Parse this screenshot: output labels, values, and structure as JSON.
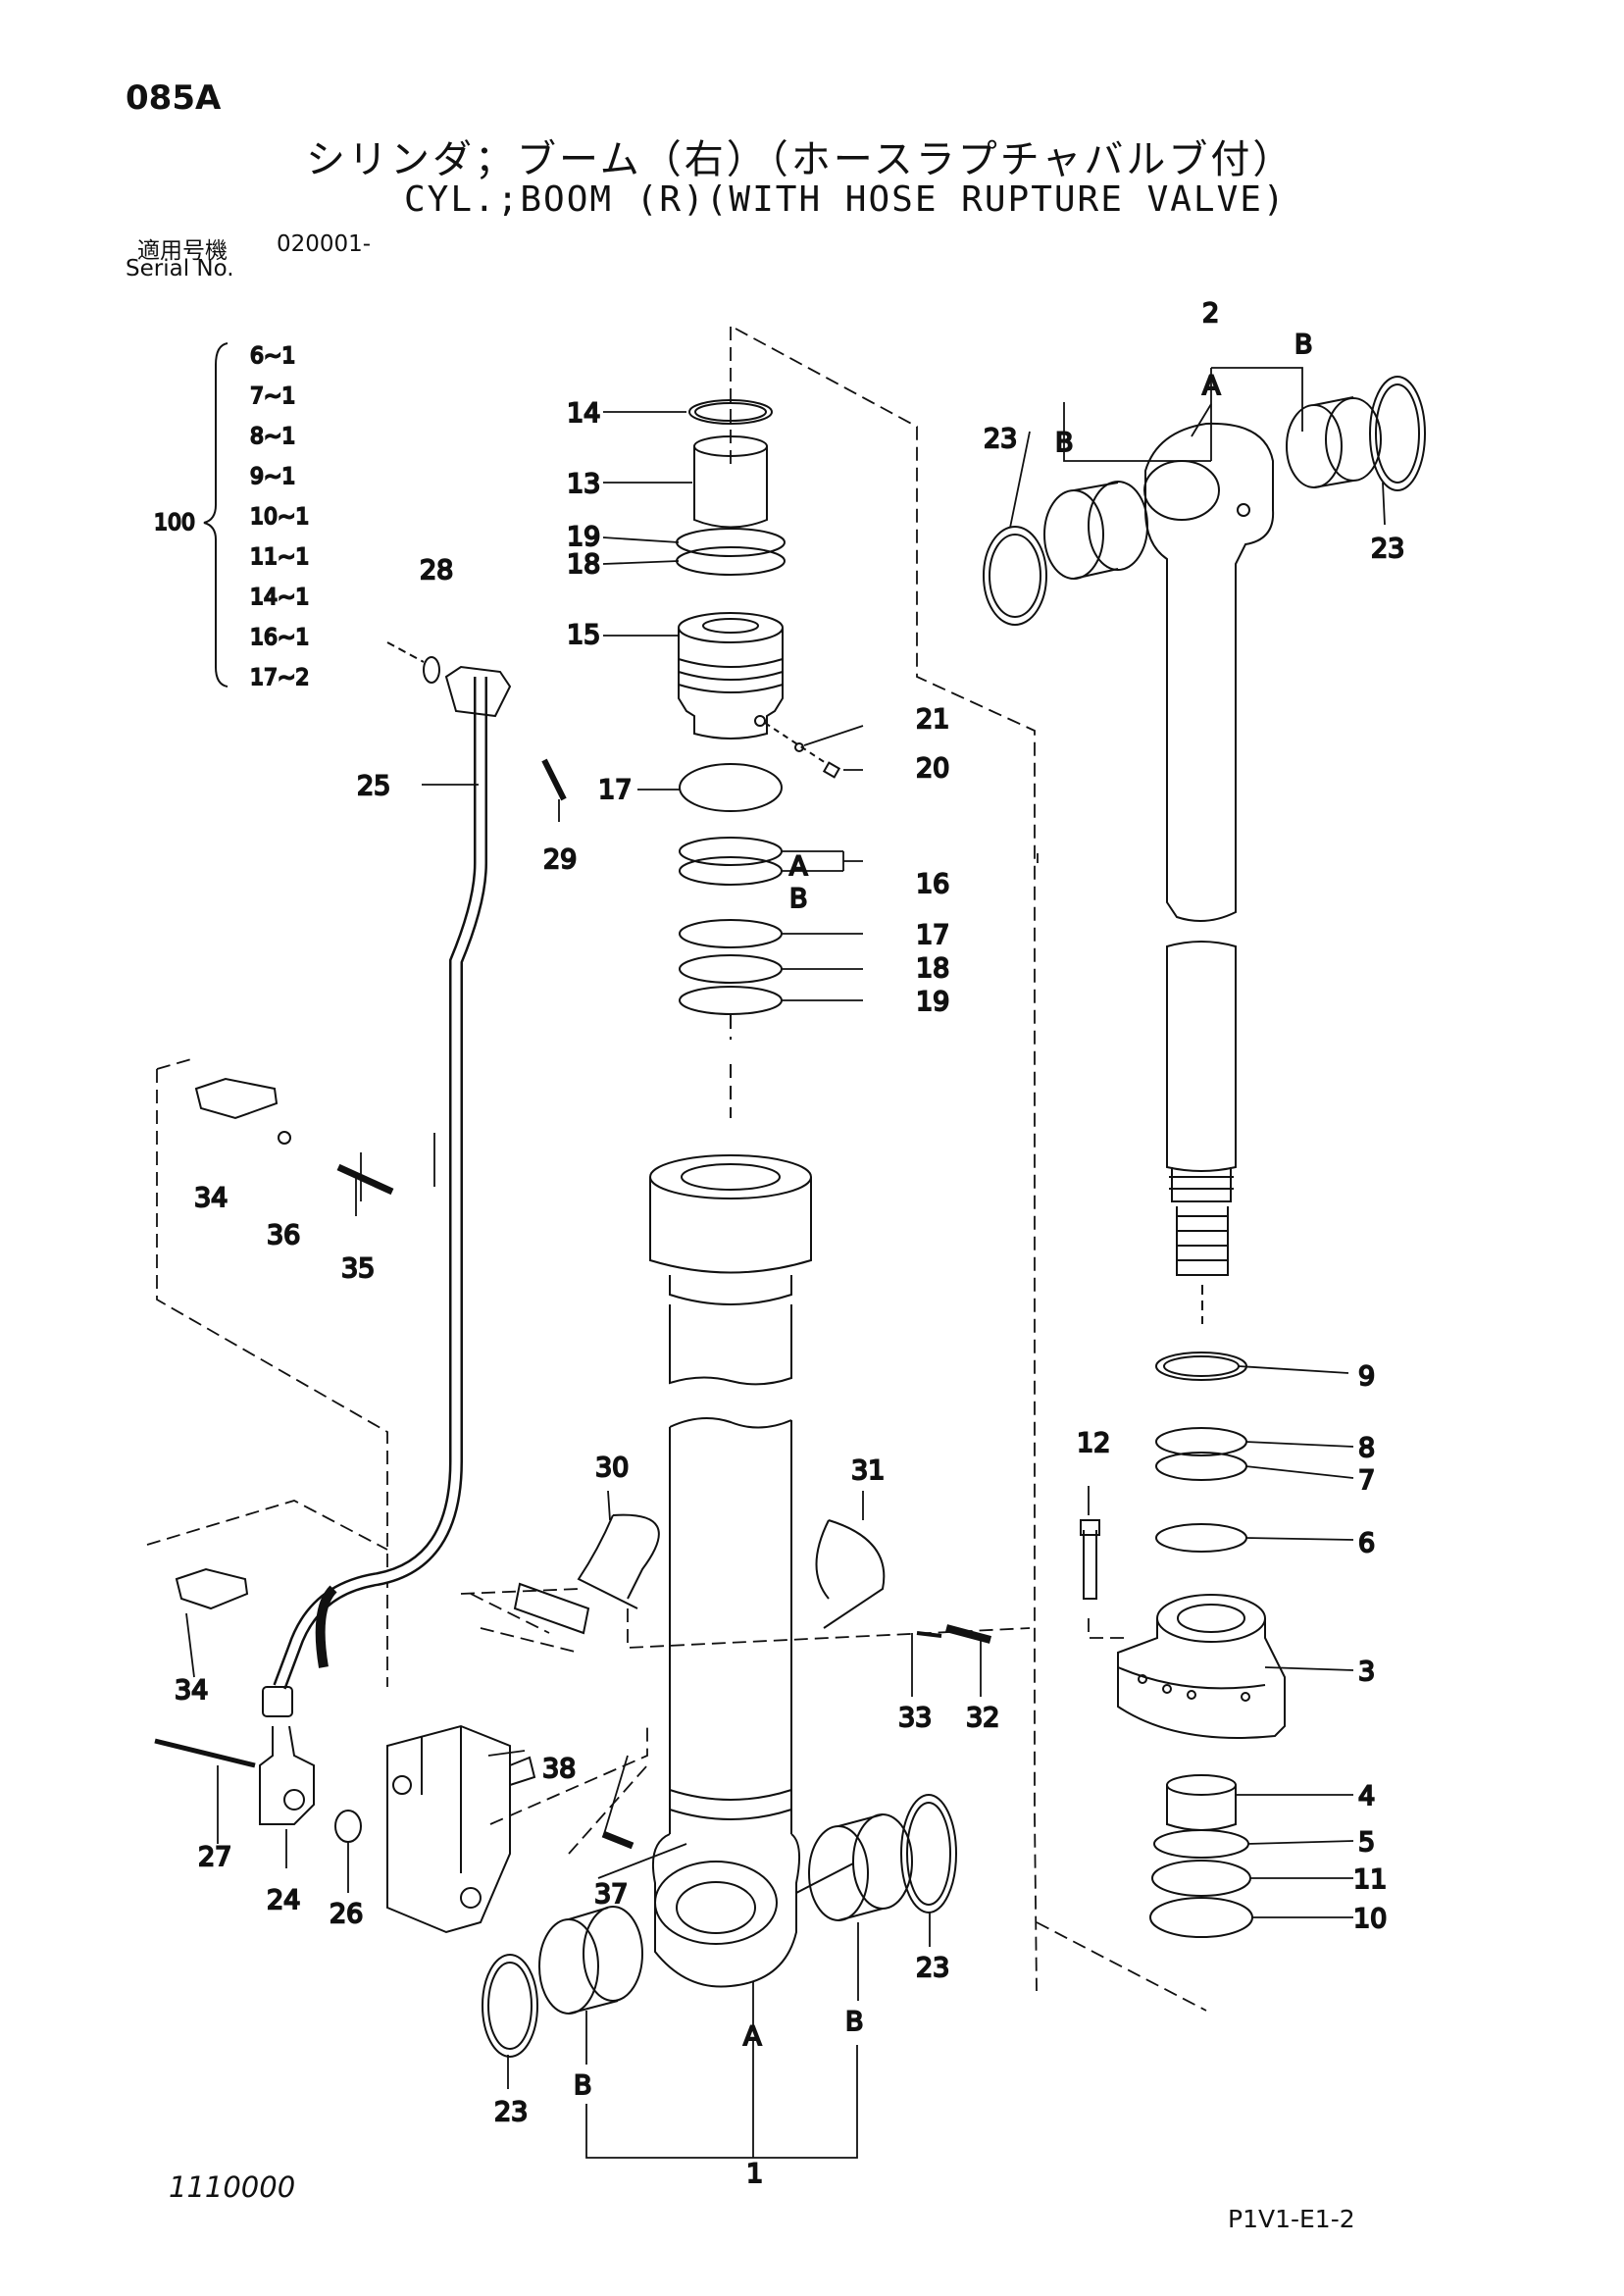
{
  "page_code": "085A",
  "title_jp": "シリンダ；ブーム（右）（ホースラプチャバルブ付）",
  "title_en": "CYL.;BOOM (R)(WITH HOSE RUPTURE VALVE)",
  "serial": {
    "label_jp": "適用号機",
    "label_en": "Serial No.",
    "value": "020001-"
  },
  "kit": {
    "number": "100",
    "items": [
      "6~1",
      "7~1",
      "8~1",
      "9~1",
      "10~1",
      "11~1",
      "14~1",
      "16~1",
      "17~2"
    ]
  },
  "callouts": {
    "c1": "1",
    "c2": "2",
    "c3": "3",
    "c4": "4",
    "c5": "5",
    "c6": "6",
    "c7": "7",
    "c8": "8",
    "c9": "9",
    "c10": "10",
    "c11": "11",
    "c12": "12",
    "c13": "13",
    "c14": "14",
    "c15": "15",
    "c16": "16",
    "c17a": "17",
    "c17b": "17",
    "c18a": "18",
    "c18b": "18",
    "c19a": "19",
    "c19b": "19",
    "c20": "20",
    "c21": "21",
    "c23a": "23",
    "c23b": "23",
    "c23c": "23",
    "c23d": "23",
    "c24": "24",
    "c25": "25",
    "c26": "26",
    "c27": "27",
    "c28": "28",
    "c29": "29",
    "c30": "30",
    "c31": "31",
    "c32": "32",
    "c33": "33",
    "c34a": "34",
    "c34b": "34",
    "c35": "35",
    "c36": "36",
    "c37": "37",
    "c38": "38",
    "a_top": "A",
    "b_top_l": "B",
    "b_top_r": "B",
    "a_16": "A",
    "b_16": "B",
    "a_bot": "A",
    "b_bot_l": "B",
    "b_bot_r": "B"
  },
  "drawing_number": "1110000",
  "page_reference": "P1V1-E1-2"
}
